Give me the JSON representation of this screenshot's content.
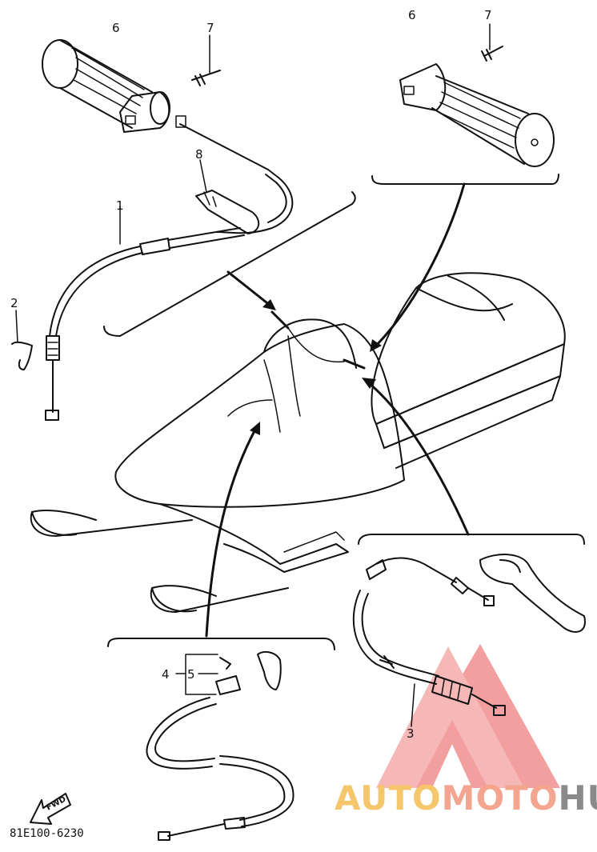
{
  "diagram": {
    "callouts": [
      {
        "id": "callout-1",
        "label": "1"
      },
      {
        "id": "callout-2",
        "label": "2"
      },
      {
        "id": "callout-3",
        "label": "3"
      },
      {
        "id": "callout-4",
        "label": "4"
      },
      {
        "id": "callout-5",
        "label": "5"
      },
      {
        "id": "callout-6-left",
        "label": "6"
      },
      {
        "id": "callout-6-right",
        "label": "6"
      },
      {
        "id": "callout-7-left",
        "label": "7"
      },
      {
        "id": "callout-7-right",
        "label": "7"
      },
      {
        "id": "callout-8",
        "label": "8"
      }
    ],
    "fwd_label": "FWD",
    "drawing_code": "81E100-6230"
  },
  "watermark": {
    "text_auto": "AUTO",
    "text_moto": "MOTO",
    "text_hub": "HUB",
    "colors": {
      "auto": "#f5c66b",
      "moto": "#f4a58f",
      "hub": "#8a8a8a",
      "triangle": "#f08080"
    }
  }
}
